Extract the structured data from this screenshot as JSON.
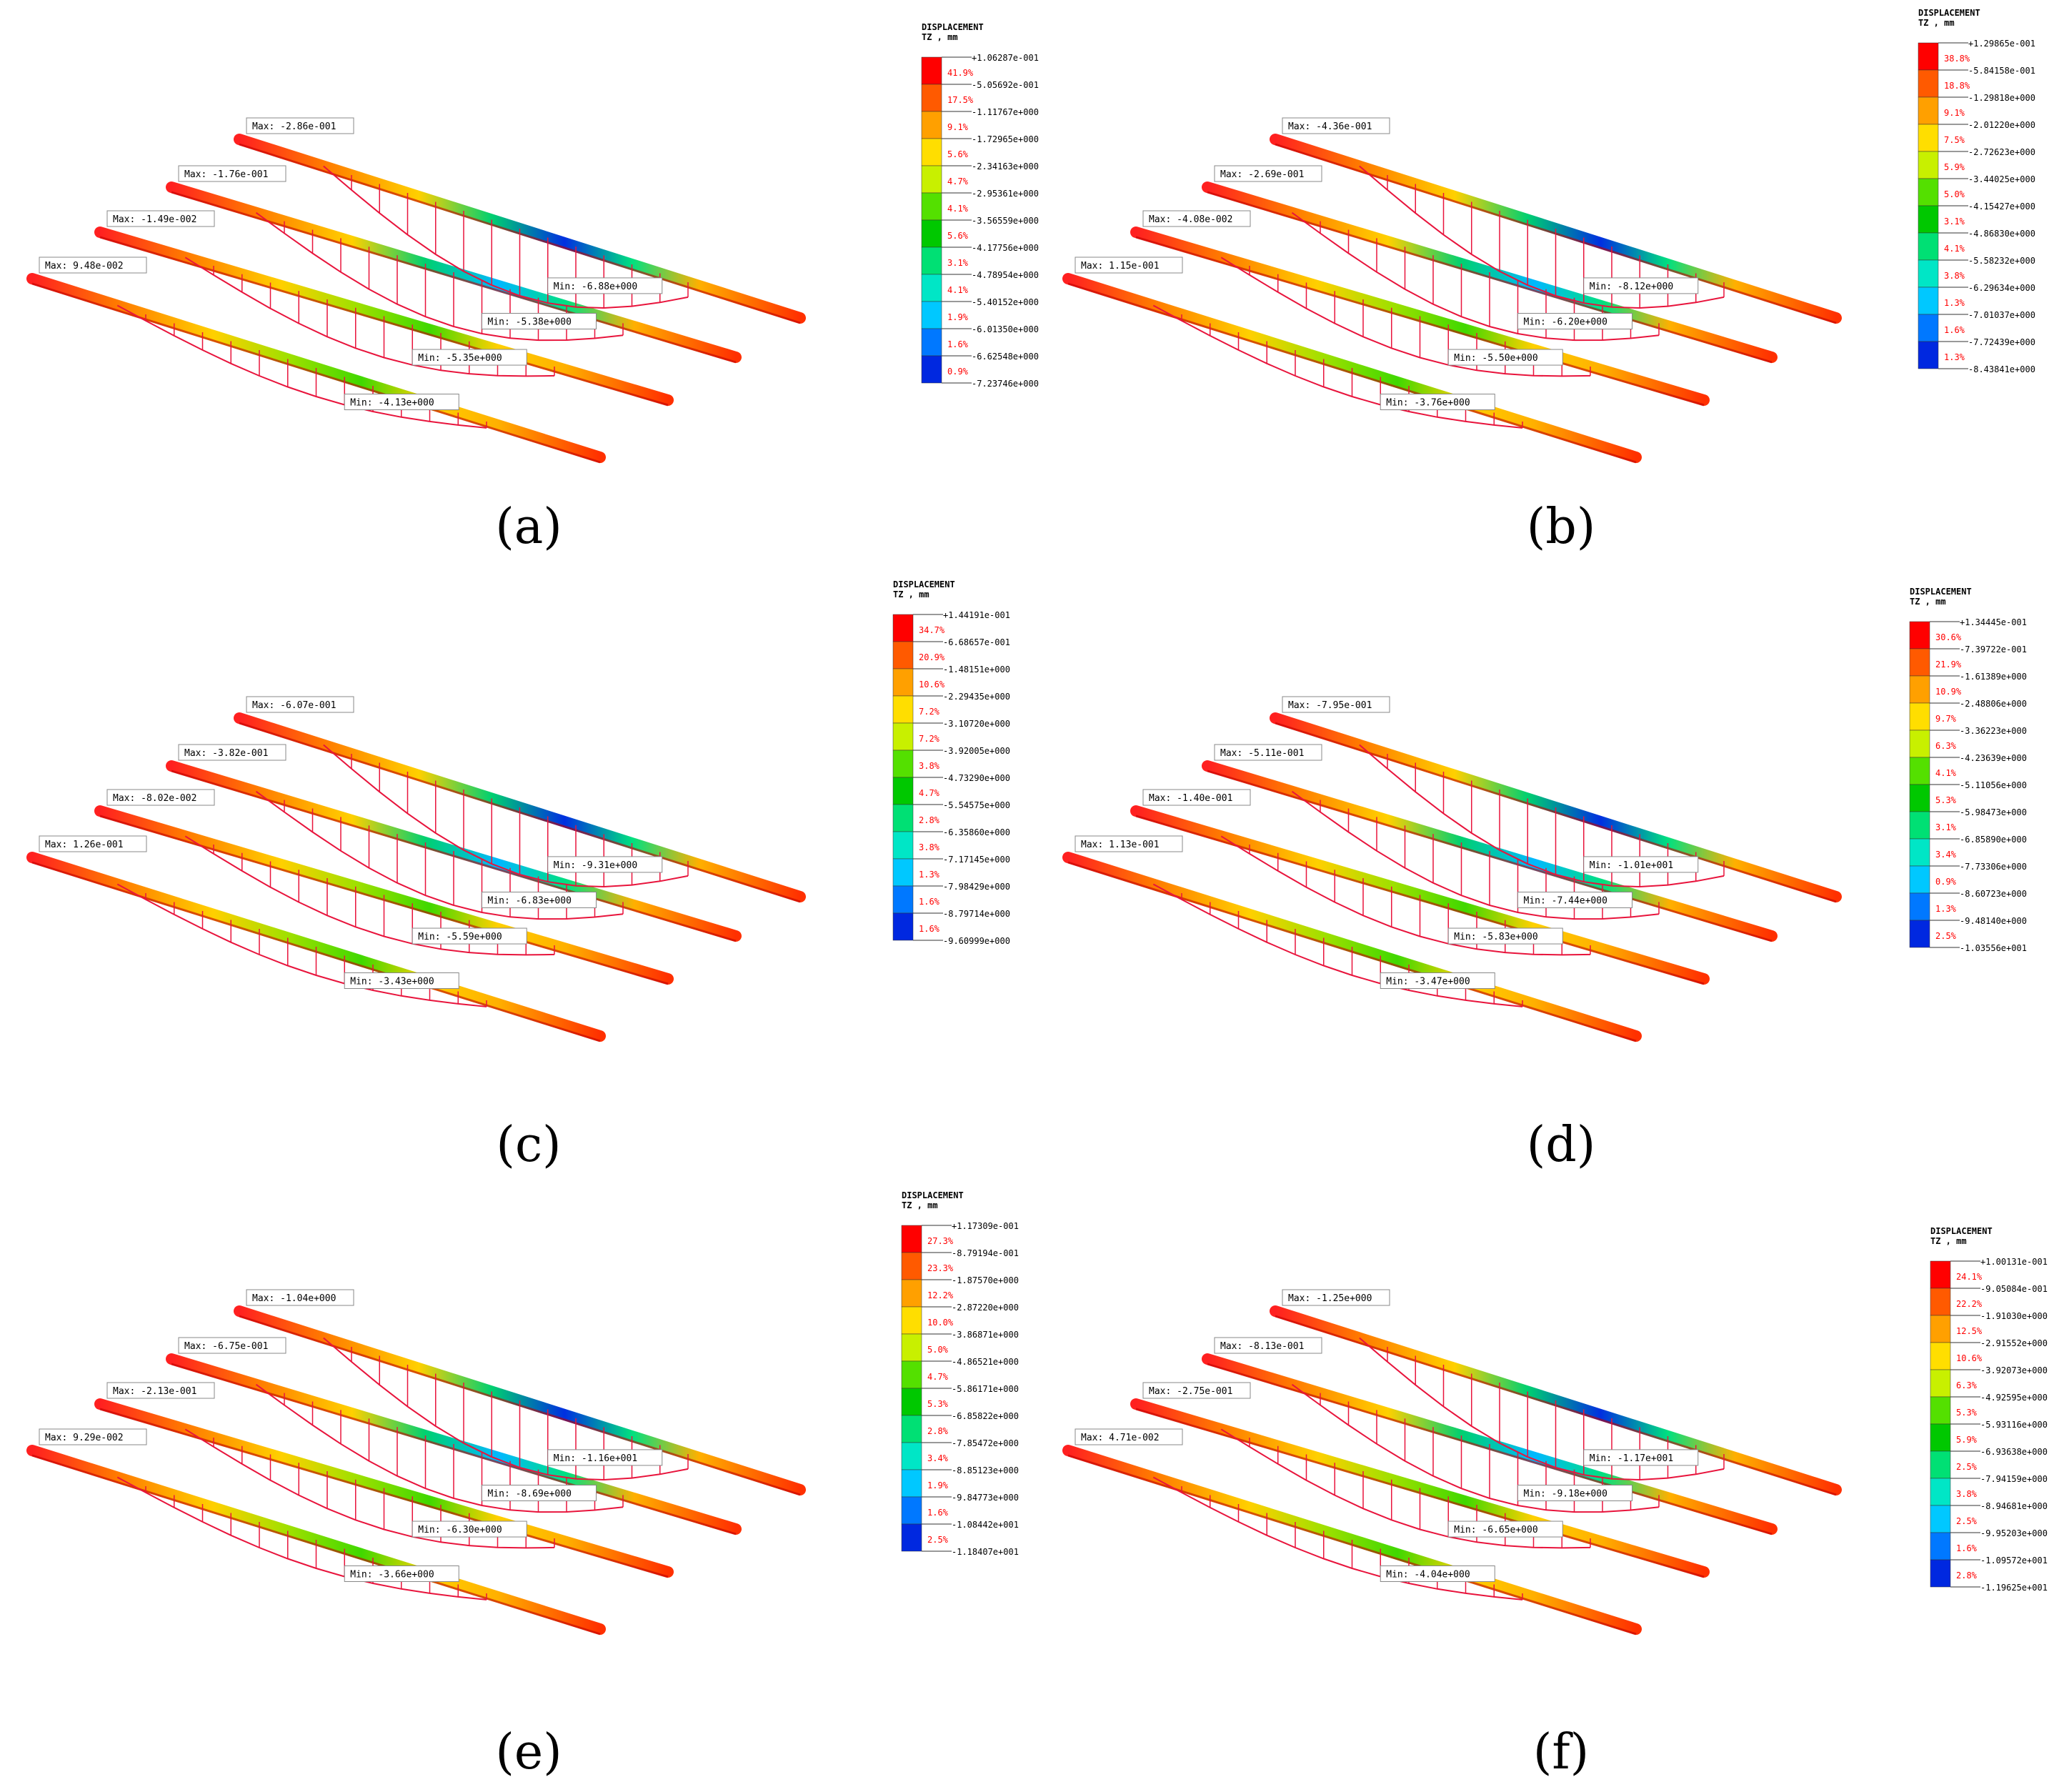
{
  "panels": [
    {
      "id": "a",
      "caption": "(a)",
      "legend": {
        "title": "DISPLACEMENT",
        "subtitle": "TZ , mm",
        "values": [
          "+1.06287e-001",
          "-5.05692e-001",
          "-1.11767e+000",
          "-1.72965e+000",
          "-2.34163e+000",
          "-2.95361e+000",
          "-3.56559e+000",
          "-4.17756e+000",
          "-4.78954e+000",
          "-5.40152e+000",
          "-6.01350e+000",
          "-6.62548e+000",
          "-7.23746e+000"
        ],
        "percents": [
          "41.9%",
          "17.5%",
          "9.1%",
          "5.6%",
          "4.7%",
          "4.1%",
          "5.6%",
          "3.1%",
          "4.1%",
          "1.9%",
          "1.6%",
          "0.9%"
        ]
      },
      "beams": [
        {
          "max": "Max: 9.48e-002",
          "min": "Min: -4.13e+000"
        },
        {
          "max": "Max: -1.49e-002",
          "min": "Min: -5.35e+000"
        },
        {
          "max": "Max: -1.76e-001",
          "min": "Min: -5.38e+000"
        },
        {
          "max": "Max: -2.86e-001",
          "min": "Min: -6.88e+000"
        }
      ]
    },
    {
      "id": "b",
      "caption": "(b)",
      "legend": {
        "title": "DISPLACEMENT",
        "subtitle": "TZ , mm",
        "values": [
          "+1.29865e-001",
          "-5.84158e-001",
          "-1.29818e+000",
          "-2.01220e+000",
          "-2.72623e+000",
          "-3.44025e+000",
          "-4.15427e+000",
          "-4.86830e+000",
          "-5.58232e+000",
          "-6.29634e+000",
          "-7.01037e+000",
          "-7.72439e+000",
          "-8.43841e+000"
        ],
        "percents": [
          "38.8%",
          "18.8%",
          "9.1%",
          "7.5%",
          "5.9%",
          "5.0%",
          "3.1%",
          "4.1%",
          "3.8%",
          "1.3%",
          "1.6%",
          "1.3%"
        ]
      },
      "beams": [
        {
          "max": "Max: 1.15e-001",
          "min": "Min: -3.76e+000"
        },
        {
          "max": "Max: -4.08e-002",
          "min": "Min: -5.50e+000"
        },
        {
          "max": "Max: -2.69e-001",
          "min": "Min: -6.20e+000"
        },
        {
          "max": "Max: -4.36e-001",
          "min": "Min: -8.12e+000"
        }
      ]
    },
    {
      "id": "c",
      "caption": "(c)",
      "legend": {
        "title": "DISPLACEMENT",
        "subtitle": "TZ , mm",
        "values": [
          "+1.44191e-001",
          "-6.68657e-001",
          "-1.48151e+000",
          "-2.29435e+000",
          "-3.10720e+000",
          "-3.92005e+000",
          "-4.73290e+000",
          "-5.54575e+000",
          "-6.35860e+000",
          "-7.17145e+000",
          "-7.98429e+000",
          "-8.79714e+000",
          "-9.60999e+000"
        ],
        "percents": [
          "34.7%",
          "20.9%",
          "10.6%",
          "7.2%",
          "7.2%",
          "3.8%",
          "4.7%",
          "2.8%",
          "3.8%",
          "1.3%",
          "1.6%",
          "1.6%"
        ]
      },
      "beams": [
        {
          "max": "Max: 1.26e-001",
          "min": "Min: -3.43e+000"
        },
        {
          "max": "Max: -8.02e-002",
          "min": "Min: -5.59e+000"
        },
        {
          "max": "Max: -3.82e-001",
          "min": "Min: -6.83e+000"
        },
        {
          "max": "Max: -6.07e-001",
          "min": "Min: -9.31e+000"
        }
      ]
    },
    {
      "id": "d",
      "caption": "(d)",
      "legend": {
        "title": "DISPLACEMENT",
        "subtitle": "TZ , mm",
        "values": [
          "+1.34445e-001",
          "-7.39722e-001",
          "-1.61389e+000",
          "-2.48806e+000",
          "-3.36223e+000",
          "-4.23639e+000",
          "-5.11056e+000",
          "-5.98473e+000",
          "-6.85890e+000",
          "-7.73306e+000",
          "-8.60723e+000",
          "-9.48140e+000",
          "-1.03556e+001"
        ],
        "percents": [
          "30.6%",
          "21.9%",
          "10.9%",
          "9.7%",
          "6.3%",
          "4.1%",
          "5.3%",
          "3.1%",
          "3.4%",
          "0.9%",
          "1.3%",
          "2.5%"
        ]
      },
      "beams": [
        {
          "max": "Max: 1.13e-001",
          "min": "Min: -3.47e+000"
        },
        {
          "max": "Max: -1.40e-001",
          "min": "Min: -5.83e+000"
        },
        {
          "max": "Max: -5.11e-001",
          "min": "Min: -7.44e+000"
        },
        {
          "max": "Max: -7.95e-001",
          "min": "Min: -1.01e+001"
        }
      ]
    },
    {
      "id": "e",
      "caption": "(e)",
      "legend": {
        "title": "DISPLACEMENT",
        "subtitle": "TZ , mm",
        "values": [
          "+1.17309e-001",
          "-8.79194e-001",
          "-1.87570e+000",
          "-2.87220e+000",
          "-3.86871e+000",
          "-4.86521e+000",
          "-5.86171e+000",
          "-6.85822e+000",
          "-7.85472e+000",
          "-8.85123e+000",
          "-9.84773e+000",
          "-1.08442e+001",
          "-1.18407e+001"
        ],
        "percents": [
          "27.3%",
          "23.3%",
          "12.2%",
          "10.0%",
          "5.0%",
          "4.7%",
          "5.3%",
          "2.8%",
          "3.4%",
          "1.9%",
          "1.6%",
          "2.5%"
        ]
      },
      "beams": [
        {
          "max": "Max: 9.29e-002",
          "min": "Min: -3.66e+000"
        },
        {
          "max": "Max: -2.13e-001",
          "min": "Min: -6.30e+000"
        },
        {
          "max": "Max: -6.75e-001",
          "min": "Min: -8.69e+000"
        },
        {
          "max": "Max: -1.04e+000",
          "min": "Min: -1.16e+001"
        }
      ]
    },
    {
      "id": "f",
      "caption": "(f)",
      "legend": {
        "title": "DISPLACEMENT",
        "subtitle": "TZ , mm",
        "values": [
          "+1.00131e-001",
          "-9.05084e-001",
          "-1.91030e+000",
          "-2.91552e+000",
          "-3.92073e+000",
          "-4.92595e+000",
          "-5.93116e+000",
          "-6.93638e+000",
          "-7.94159e+000",
          "-8.94681e+000",
          "-9.95203e+000",
          "-1.09572e+001",
          "-1.19625e+001"
        ],
        "percents": [
          "24.1%",
          "22.2%",
          "12.5%",
          "10.6%",
          "6.3%",
          "5.3%",
          "5.9%",
          "2.5%",
          "3.8%",
          "2.5%",
          "1.6%",
          "2.8%"
        ]
      },
      "beams": [
        {
          "max": "Max: 4.71e-002",
          "min": "Min: -4.04e+000"
        },
        {
          "max": "Max: -2.75e-001",
          "min": "Min: -6.65e+000"
        },
        {
          "max": "Max: -8.13e-001",
          "min": "Min: -9.18e+000"
        },
        {
          "max": "Max: -1.25e+000",
          "min": "Min: -1.17e+001"
        }
      ]
    }
  ],
  "colors": {
    "scale": [
      "#ff0000",
      "#ff5a00",
      "#ffa000",
      "#ffde00",
      "#c8f000",
      "#54e000",
      "#00c800",
      "#00e074",
      "#00e6c6",
      "#00c8ff",
      "#0078ff",
      "#0028e0"
    ],
    "connector": "#e8143c",
    "percent_text": "#ff0000"
  }
}
